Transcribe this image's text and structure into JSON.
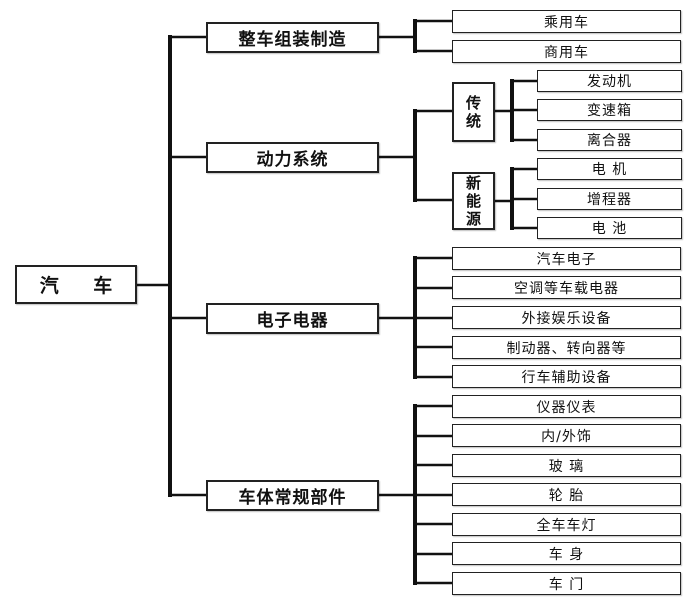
{
  "root": {
    "label": "汽 车"
  },
  "branches": [
    {
      "label": "整车组装制造",
      "children": [
        {
          "label": "乘用车"
        },
        {
          "label": "商用车"
        }
      ]
    },
    {
      "label": "动力系统",
      "groups": [
        {
          "label": "传统",
          "children": [
            {
              "label": "发动机"
            },
            {
              "label": "变速箱"
            },
            {
              "label": "离合器"
            }
          ]
        },
        {
          "label": "新能源",
          "children": [
            {
              "label": "电 机"
            },
            {
              "label": "增程器"
            },
            {
              "label": "电 池"
            }
          ]
        }
      ]
    },
    {
      "label": "电子电器",
      "children": [
        {
          "label": "汽车电子"
        },
        {
          "label": "空调等车载电器"
        },
        {
          "label": "外接娱乐设备"
        },
        {
          "label": "制动器、转向器等"
        },
        {
          "label": "行车辅助设备"
        }
      ]
    },
    {
      "label": "车体常规部件",
      "children": [
        {
          "label": "仪器仪表"
        },
        {
          "label": "内/外饰"
        },
        {
          "label": "玻 璃"
        },
        {
          "label": "轮 胎"
        },
        {
          "label": "全车车灯"
        },
        {
          "label": "车 身"
        },
        {
          "label": "车 门"
        }
      ]
    }
  ],
  "colors": {
    "line": "#111111",
    "box_border": "#222222",
    "background": "#ffffff"
  }
}
